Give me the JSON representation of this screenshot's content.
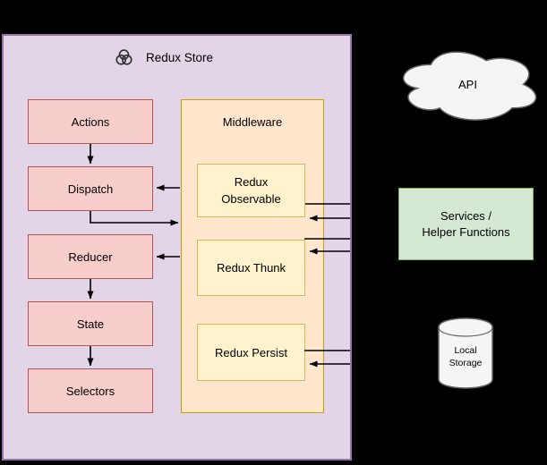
{
  "store": {
    "title": "Redux Store",
    "flow_boxes": [
      {
        "label": "Actions"
      },
      {
        "label": "Dispatch"
      },
      {
        "label": "Reducer"
      },
      {
        "label": "State"
      },
      {
        "label": "Selectors"
      }
    ],
    "middleware": {
      "title": "Middleware",
      "items": [
        {
          "label": "Redux Observable"
        },
        {
          "label": "Redux Thunk"
        },
        {
          "label": "Redux Persist"
        }
      ]
    }
  },
  "external": {
    "api": {
      "label": "API"
    },
    "services": {
      "line1": "Services /",
      "line2": "Helper Functions"
    },
    "local_storage": {
      "label": "Local Storage"
    }
  },
  "icons": {
    "redux_logo": "three-loop-knot"
  },
  "colors": {
    "background": "#000000",
    "store_fill": "#E1D5E7",
    "store_stroke": "#9673A6",
    "flow_fill": "#F8CECC",
    "flow_stroke": "#B85450",
    "middleware_fill": "#FFE6CC",
    "middleware_stroke": "#D79B00",
    "item_fill": "#FFF2CC",
    "item_stroke": "#D6B656",
    "services_fill": "#D5E8D4",
    "services_stroke": "#82B366",
    "shape_fill": "#F5F5F5",
    "shape_stroke": "#666666",
    "arrow": "#000000",
    "text": "#000000"
  }
}
